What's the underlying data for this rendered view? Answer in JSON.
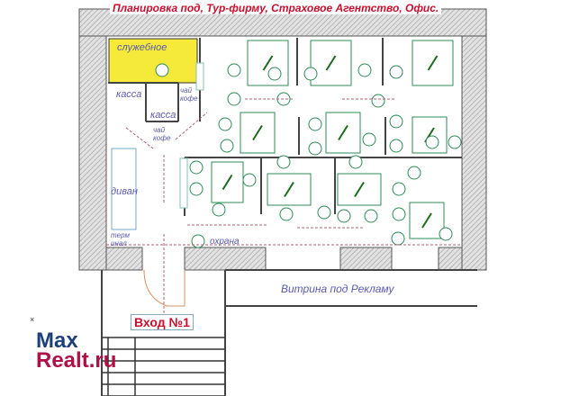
{
  "title": "Планировка под, Тур-фирму, Страховое Агентство, Офис.",
  "rooms": {
    "service": "служебное",
    "cashier_1": "касса",
    "cashier_2": "касса",
    "coffee_1": "чай кофе",
    "coffee_2": "чай кофе",
    "sofa": "диван",
    "terminal": "терм инал",
    "security": "охрана"
  },
  "showcase": "Витрина под Рекламу",
  "entrance": "Вход №1",
  "logo": {
    "line1": "Max",
    "line2": "Realt.ru"
  },
  "colors": {
    "title": "#c8102e",
    "labels": "#5a5ab4",
    "furniture": "#2e8b57",
    "service_room": "#f5e93a",
    "wall_hatch": "#bdbdbd"
  }
}
